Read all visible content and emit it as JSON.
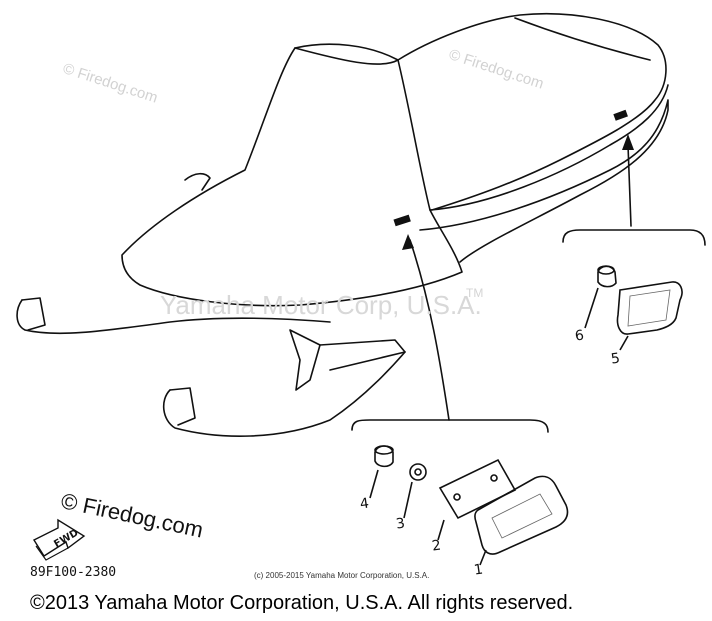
{
  "watermarks": {
    "brand_center": "Yamaha Motor Corp, U.S.A.",
    "trademark": "TM",
    "firedog_top_left": "© Firedog.com",
    "firedog_top_right": "© Firedog.com",
    "firedog_main": "© Firedog.com"
  },
  "callouts": {
    "item1": "1",
    "item2": "2",
    "item3": "3",
    "item4": "4",
    "item5": "5",
    "item6": "6"
  },
  "fwd_label": "FWD",
  "diagram_number": "89F100-2380",
  "small_copyright": "(c) 2005-2015 Yamaha Motor Corporation, U.S.A.",
  "footer_copyright": "©2013 Yamaha Motor Corporation, U.S.A. All rights reserved."
}
